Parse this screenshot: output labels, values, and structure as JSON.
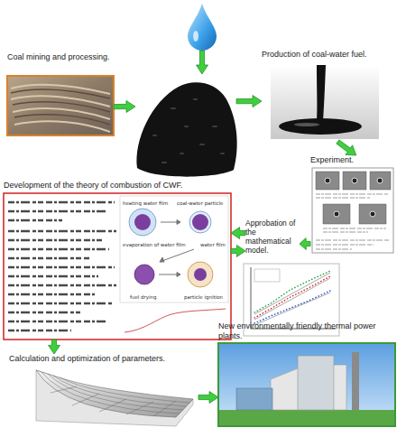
{
  "diagram": {
    "nodes": [
      {
        "text": []
      },
      {
        "text": [
          "Coal mining and processing."
        ]
      },
      {
        "text": []
      },
      {
        "text": [
          "Production of coal-water fuel."
        ]
      },
      {
        "text": [
          "Experiment."
        ]
      },
      {
        "text": [
          "Development of the theory of combustion of CWF."
        ]
      },
      {
        "text": [
          "Approbation of the mathematical model."
        ]
      },
      {
        "text": [
          "Calculation and optimization of parameters."
        ]
      },
      {
        "text": [
          "New environmentally friendly thermal power plants."
        ]
      }
    ],
    "edges": [
      {
        "from": 0,
        "to": 2,
        "arrow": "to"
      },
      {
        "from": 1,
        "to": 2,
        "arrow": "to"
      },
      {
        "from": 2,
        "to": 3,
        "arrow": "to"
      },
      {
        "from": 3,
        "to": 4,
        "arrow": "to"
      },
      {
        "from": 4,
        "to": 6,
        "arrow": "to"
      },
      {
        "from": 6,
        "to": 5,
        "arrow": "to"
      },
      {
        "from": 5,
        "to": 6,
        "arrow": "to"
      },
      {
        "from": 5,
        "to": 7,
        "arrow": "to"
      },
      {
        "from": 7,
        "to": 8,
        "arrow": "to"
      }
    ],
    "labels": [
      "heating water film",
      "coal-water particle",
      "evaporation of water film",
      "water film",
      "fuel drying",
      "particle ignition"
    ]
  }
}
